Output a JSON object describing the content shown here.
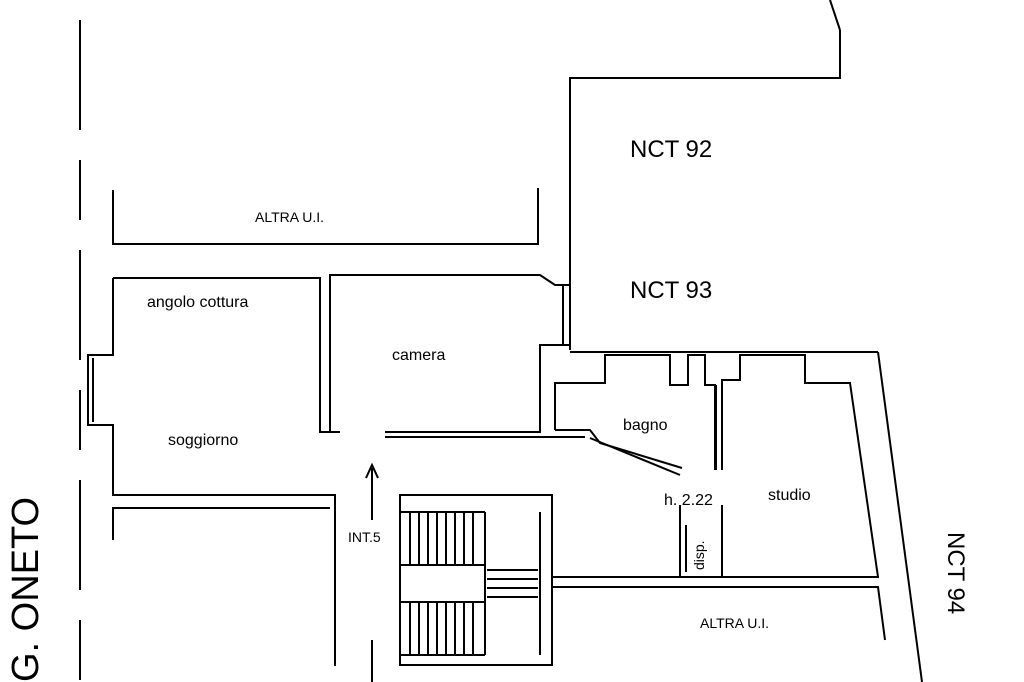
{
  "labels": {
    "altra_ui_top": "ALTRA U.I.",
    "altra_ui_bottom": "ALTRA U.I.",
    "nct92": "NCT 92",
    "nct93": "NCT 93",
    "nct94": "NCT 94",
    "angolo_cottura": "angolo cottura",
    "camera": "camera",
    "soggiorno": "soggiorno",
    "bagno": "bagno",
    "studio": "studio",
    "height": "h. 2.22",
    "disp": "disp.",
    "int5": "INT.5",
    "street": "G. ONETO"
  },
  "colors": {
    "ink": "#000000",
    "paper": "#ffffff"
  }
}
